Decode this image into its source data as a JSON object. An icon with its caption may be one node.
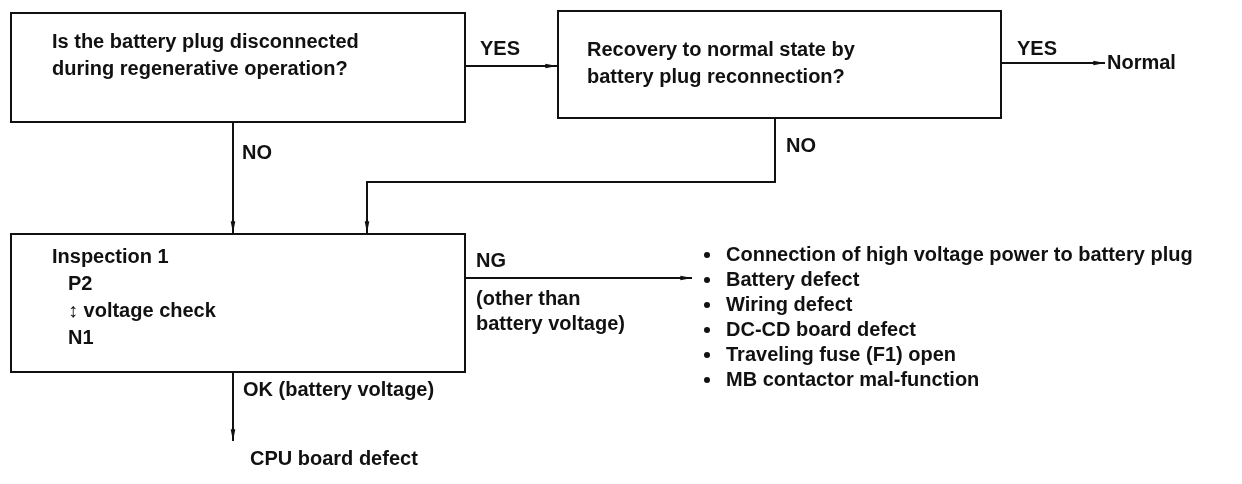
{
  "diagram": {
    "nodes": [
      {
        "text": [
          "Is the battery plug disconnected during regenerative operation?"
        ]
      },
      {
        "text": [
          "Recovery to normal state by battery plug reconnection?"
        ]
      },
      {
        "text": [
          "Normal"
        ]
      },
      {
        "text": [
          "Inspection 1",
          "P2",
          "↕ voltage check",
          "N1"
        ]
      },
      {
        "text": [
          "Connection of high voltage power to battery plug",
          "Battery defect",
          "Wiring defect",
          "DC-CD board defect",
          "Traveling fuse (F1) open",
          "MB contactor mal-function"
        ]
      },
      {
        "text": [
          "CPU board defect"
        ]
      }
    ],
    "edges": [
      {
        "from": 0,
        "to": 1,
        "arrow": "to",
        "label": "YES"
      },
      {
        "from": 1,
        "to": 2,
        "arrow": "to",
        "label": "YES"
      },
      {
        "from": 0,
        "to": 3,
        "arrow": "to",
        "label": "NO"
      },
      {
        "from": 1,
        "to": 3,
        "arrow": "to",
        "label": "NO"
      },
      {
        "from": 3,
        "to": 4,
        "arrow": "to",
        "label": "NG"
      },
      {
        "from": 3,
        "to": 5,
        "arrow": "to",
        "label": "OK (battery voltage)"
      }
    ],
    "labels": [
      "(other than battery voltage)"
    ]
  }
}
